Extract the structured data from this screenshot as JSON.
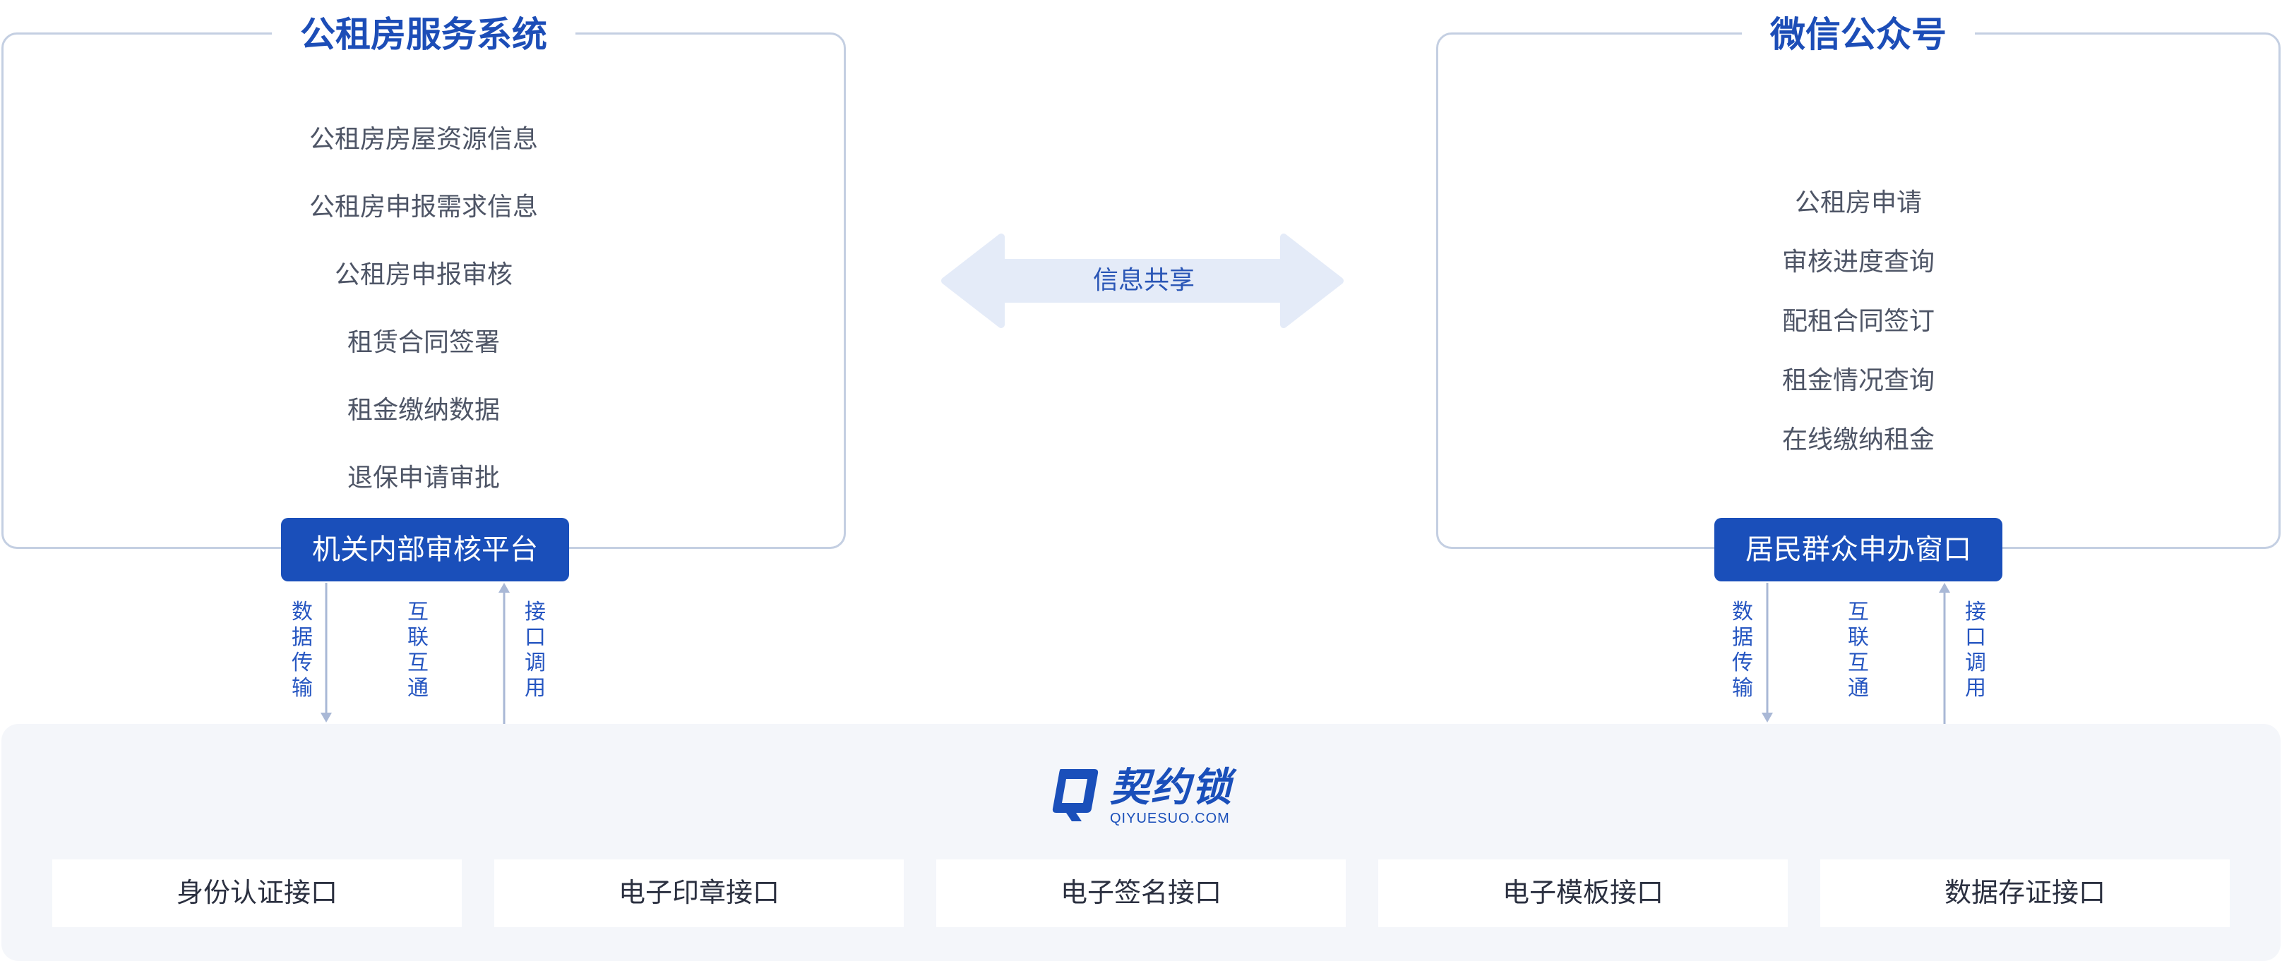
{
  "left_panel": {
    "title": "公租房服务系统",
    "items": [
      "公租房房屋资源信息",
      "公租房申报需求信息",
      "公租房申报审核",
      "租赁合同签署",
      "租金缴纳数据",
      "退保申请审批"
    ],
    "platform": "机关内部审核平台"
  },
  "right_panel": {
    "title": "微信公众号",
    "items": [
      "公租房申请",
      "审核进度查询",
      "配租合同签订",
      "租金情况查询",
      "在线缴纳租金"
    ],
    "platform": "居民群众申办窗口"
  },
  "share": {
    "label": "信息共享"
  },
  "connectors": {
    "data_transfer": [
      "数",
      "据",
      "传",
      "输"
    ],
    "interconnect": [
      "互",
      "联",
      "互",
      "通"
    ],
    "api_call": [
      "接",
      "口",
      "调",
      "用"
    ]
  },
  "logo": {
    "name": "契约锁",
    "domain": "QIYUESUO.COM"
  },
  "apis": [
    "身份认证接口",
    "电子印章接口",
    "电子签名接口",
    "电子模板接口",
    "数据存证接口"
  ],
  "colors": {
    "accent": "#1a4fba",
    "border": "#c4cfe2",
    "arrow": "#e4ebf8",
    "panel_bg": "#f4f6fa"
  }
}
